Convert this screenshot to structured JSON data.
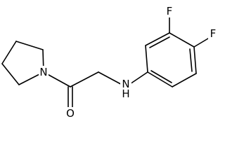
{
  "molecule": {
    "atoms": {
      "n_ring": "N",
      "o_carbonyl": "O",
      "n_amine": "N",
      "h_amine": "H",
      "f_upper": "F",
      "f_right": "F"
    }
  }
}
